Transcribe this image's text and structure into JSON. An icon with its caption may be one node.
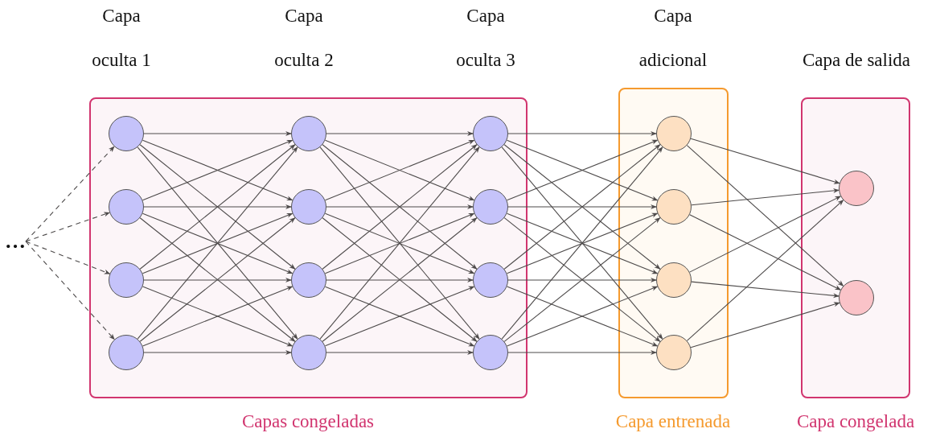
{
  "diagram": {
    "nodes": [
      {
        "text": [
          "…"
        ]
      },
      {
        "text": [],
        "shape": "box",
        "beside": [
          "Capas congeladas"
        ]
      },
      {
        "text": [],
        "shape": "circle",
        "in": 1
      },
      {
        "text": [],
        "shape": "circle",
        "in": 1
      },
      {
        "text": [],
        "shape": "circle",
        "in": 1
      },
      {
        "text": [],
        "shape": "circle",
        "in": 1
      },
      {
        "text": [],
        "shape": "circle",
        "in": 1
      },
      {
        "text": [],
        "shape": "circle",
        "in": 1
      },
      {
        "text": [],
        "shape": "circle",
        "in": 1
      },
      {
        "text": [],
        "shape": "circle",
        "in": 1
      },
      {
        "text": [],
        "shape": "circle",
        "in": 1
      },
      {
        "text": [],
        "shape": "circle",
        "in": 1
      },
      {
        "text": [],
        "shape": "circle",
        "in": 1
      },
      {
        "text": [],
        "shape": "circle",
        "in": 1
      },
      {
        "text": [],
        "shape": "box",
        "beside": [
          "Capa entrenada"
        ]
      },
      {
        "text": [],
        "shape": "circle",
        "in": 14
      },
      {
        "text": [],
        "shape": "circle",
        "in": 14
      },
      {
        "text": [],
        "shape": "circle",
        "in": 14
      },
      {
        "text": [],
        "shape": "circle",
        "in": 14
      },
      {
        "text": [],
        "shape": "box",
        "beside": [
          "Capa congelada"
        ]
      },
      {
        "text": [],
        "shape": "circle",
        "in": 19
      },
      {
        "text": [],
        "shape": "circle",
        "in": 19
      }
    ],
    "edges": [
      {
        "from": 0,
        "to": 2,
        "arrow": "to",
        "style": "dashed"
      },
      {
        "from": 0,
        "to": 3,
        "arrow": "to",
        "style": "dashed"
      },
      {
        "from": 0,
        "to": 4,
        "arrow": "to",
        "style": "dashed"
      },
      {
        "from": 0,
        "to": 5,
        "arrow": "to",
        "style": "dashed"
      },
      {
        "from": 2,
        "to": 6,
        "arrow": "to"
      },
      {
        "from": 2,
        "to": 7,
        "arrow": "to"
      },
      {
        "from": 2,
        "to": 8,
        "arrow": "to"
      },
      {
        "from": 2,
        "to": 9,
        "arrow": "to"
      },
      {
        "from": 3,
        "to": 6,
        "arrow": "to"
      },
      {
        "from": 3,
        "to": 7,
        "arrow": "to"
      },
      {
        "from": 3,
        "to": 8,
        "arrow": "to"
      },
      {
        "from": 3,
        "to": 9,
        "arrow": "to"
      },
      {
        "from": 4,
        "to": 6,
        "arrow": "to"
      },
      {
        "from": 4,
        "to": 7,
        "arrow": "to"
      },
      {
        "from": 4,
        "to": 8,
        "arrow": "to"
      },
      {
        "from": 4,
        "to": 9,
        "arrow": "to"
      },
      {
        "from": 5,
        "to": 6,
        "arrow": "to"
      },
      {
        "from": 5,
        "to": 7,
        "arrow": "to"
      },
      {
        "from": 5,
        "to": 8,
        "arrow": "to"
      },
      {
        "from": 5,
        "to": 9,
        "arrow": "to"
      },
      {
        "from": 6,
        "to": 10,
        "arrow": "to"
      },
      {
        "from": 6,
        "to": 11,
        "arrow": "to"
      },
      {
        "from": 6,
        "to": 12,
        "arrow": "to"
      },
      {
        "from": 6,
        "to": 13,
        "arrow": "to"
      },
      {
        "from": 7,
        "to": 10,
        "arrow": "to"
      },
      {
        "from": 7,
        "to": 11,
        "arrow": "to"
      },
      {
        "from": 7,
        "to": 12,
        "arrow": "to"
      },
      {
        "from": 7,
        "to": 13,
        "arrow": "to"
      },
      {
        "from": 8,
        "to": 10,
        "arrow": "to"
      },
      {
        "from": 8,
        "to": 11,
        "arrow": "to"
      },
      {
        "from": 8,
        "to": 12,
        "arrow": "to"
      },
      {
        "from": 8,
        "to": 13,
        "arrow": "to"
      },
      {
        "from": 9,
        "to": 10,
        "arrow": "to"
      },
      {
        "from": 9,
        "to": 11,
        "arrow": "to"
      },
      {
        "from": 9,
        "to": 12,
        "arrow": "to"
      },
      {
        "from": 9,
        "to": 13,
        "arrow": "to"
      },
      {
        "from": 10,
        "to": 15,
        "arrow": "to"
      },
      {
        "from": 10,
        "to": 16,
        "arrow": "to"
      },
      {
        "from": 10,
        "to": 17,
        "arrow": "to"
      },
      {
        "from": 10,
        "to": 18,
        "arrow": "to"
      },
      {
        "from": 11,
        "to": 15,
        "arrow": "to"
      },
      {
        "from": 11,
        "to": 16,
        "arrow": "to"
      },
      {
        "from": 11,
        "to": 17,
        "arrow": "to"
      },
      {
        "from": 11,
        "to": 18,
        "arrow": "to"
      },
      {
        "from": 12,
        "to": 15,
        "arrow": "to"
      },
      {
        "from": 12,
        "to": 16,
        "arrow": "to"
      },
      {
        "from": 12,
        "to": 17,
        "arrow": "to"
      },
      {
        "from": 12,
        "to": 18,
        "arrow": "to"
      },
      {
        "from": 13,
        "to": 15,
        "arrow": "to"
      },
      {
        "from": 13,
        "to": 16,
        "arrow": "to"
      },
      {
        "from": 13,
        "to": 17,
        "arrow": "to"
      },
      {
        "from": 13,
        "to": 18,
        "arrow": "to"
      },
      {
        "from": 15,
        "to": 20,
        "arrow": "to"
      },
      {
        "from": 15,
        "to": 21,
        "arrow": "to"
      },
      {
        "from": 16,
        "to": 20,
        "arrow": "to"
      },
      {
        "from": 16,
        "to": 21,
        "arrow": "to"
      },
      {
        "from": 17,
        "to": 20,
        "arrow": "to"
      },
      {
        "from": 17,
        "to": 21,
        "arrow": "to"
      },
      {
        "from": 18,
        "to": 20,
        "arrow": "to"
      },
      {
        "from": 18,
        "to": 21,
        "arrow": "to"
      }
    ],
    "labels": [
      "Capa oculta 1",
      "Capa oculta 2",
      "Capa oculta 3",
      "Capa adicional",
      "Capa de salida"
    ]
  }
}
